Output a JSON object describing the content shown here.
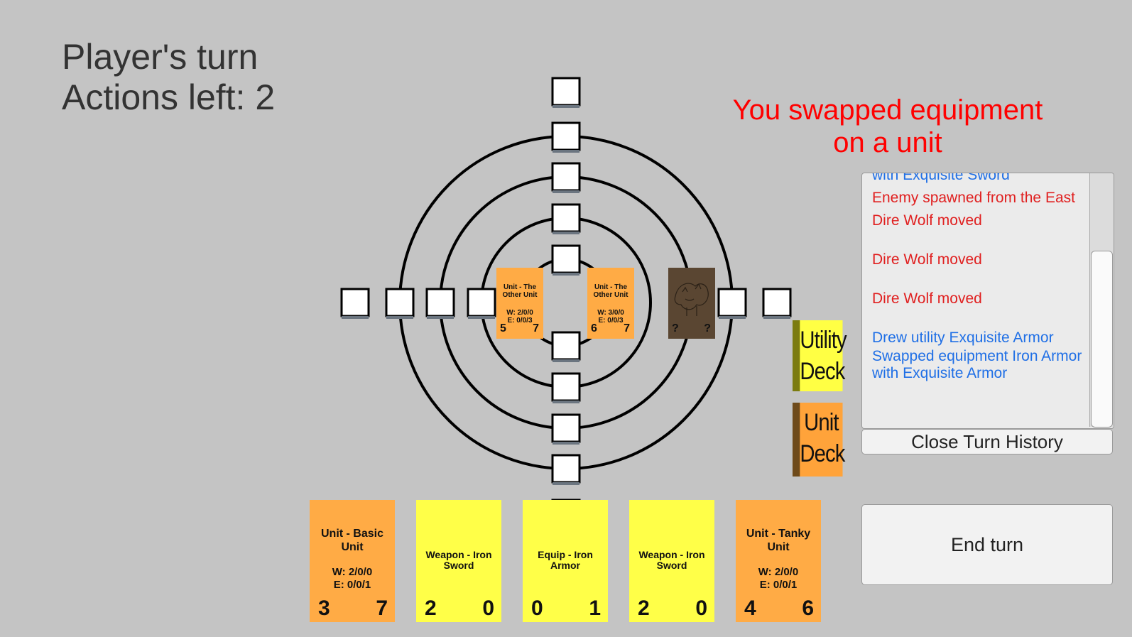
{
  "status": {
    "turn": "Player's turn",
    "actions": "Actions left: 2"
  },
  "notice": {
    "line1": "You swapped equipment",
    "line2": "on a unit"
  },
  "board_cards": [
    {
      "title1": "Unit - The",
      "title2": "Other Unit",
      "w": "W: 2/0/0",
      "e": "E: 0/0/3",
      "left_num": "5",
      "right_num": "7"
    },
    {
      "title1": "Unit - The",
      "title2": "Other Unit",
      "w": "W: 3/0/0",
      "e": "E: 0/0/3",
      "left_num": "6",
      "right_num": "7"
    }
  ],
  "enemy_card": {
    "left_num": "?",
    "right_num": "?"
  },
  "decks": {
    "utility": {
      "line1": "Utility",
      "line2": "Deck"
    },
    "unit": {
      "line1": "Unit",
      "line2": "Deck"
    }
  },
  "history": {
    "entries": [
      {
        "text": "with Exquisite Sword",
        "actor": "player"
      },
      {
        "text": "Enemy spawned from the East",
        "actor": "enemy"
      },
      {
        "text": "Dire Wolf moved",
        "actor": "enemy"
      },
      {
        "text": "",
        "actor": "enemy"
      },
      {
        "text": "Dire Wolf moved",
        "actor": "enemy"
      },
      {
        "text": "",
        "actor": "enemy"
      },
      {
        "text": "Dire Wolf moved",
        "actor": "enemy"
      },
      {
        "text": "",
        "actor": "enemy"
      },
      {
        "text": "Drew utility Exquisite Armor",
        "actor": "player"
      },
      {
        "text": "Swapped equipment Iron Armor with Exquisite Armor",
        "actor": "player"
      }
    ],
    "close_label": "Close Turn History"
  },
  "end_turn_label": "End turn",
  "hand": [
    {
      "kind": "orange",
      "title": "Unit - Basic Unit",
      "w": "W: 2/0/0",
      "e": "E: 0/0/1",
      "left_num": "3",
      "right_num": "7"
    },
    {
      "kind": "yellow",
      "title": "Weapon - Iron Sword",
      "left_num": "2",
      "right_num": "0"
    },
    {
      "kind": "yellow",
      "title": "Equip - Iron Armor",
      "left_num": "0",
      "right_num": "1"
    },
    {
      "kind": "yellow",
      "title": "Weapon - Iron Sword",
      "left_num": "2",
      "right_num": "0"
    },
    {
      "kind": "orange",
      "title": "Unit - Tanky Unit",
      "w": "W: 2/0/0",
      "e": "E: 0/0/1",
      "left_num": "4",
      "right_num": "6"
    }
  ],
  "colors": {
    "player_log": "#1f6fe6",
    "enemy_log": "#e02020",
    "notice": "#ff0000",
    "unit_card": "#ffab45",
    "utility_card": "#ffff48"
  }
}
